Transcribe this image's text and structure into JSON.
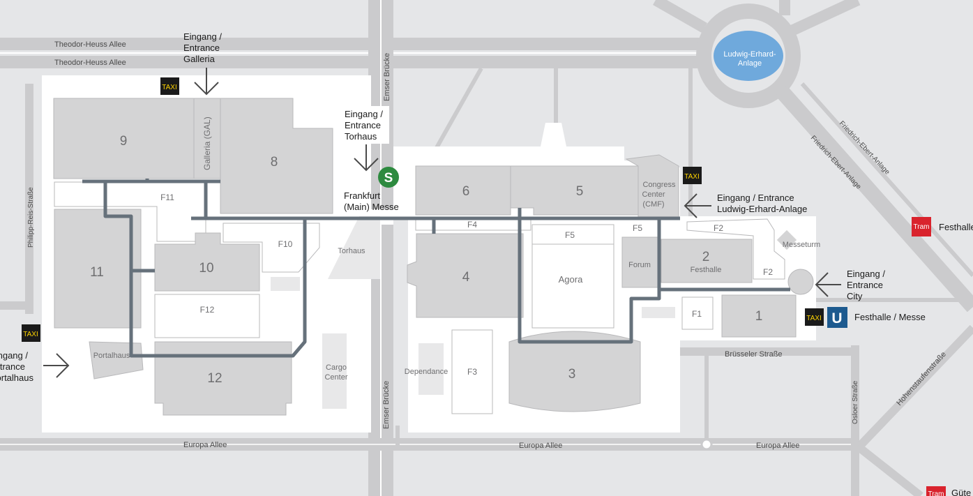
{
  "colors": {
    "background": "#e5e6e8",
    "road": "#cbcbcd",
    "roadLine": "#ffffff",
    "venue": "#ffffff",
    "hall": "#d4d4d5",
    "hallStroke": "#b8b8ba",
    "walkway": "#66717b",
    "water": "#6fa9dc",
    "sbahn": "#2d8a3f",
    "ubahn": "#1d5a8f",
    "tram": "#d9232d",
    "taxiBg": "#1a1a1a",
    "taxiText": "#ffd400"
  },
  "streets": {
    "theodor1": "Theodor-Heuss Allee",
    "theodor2": "Theodor-Heuss Allee",
    "emserTop": "Emser Brücke",
    "emserBottom": "Emser Brücke",
    "philipp": "Philipp-Reis-Straße",
    "europa1": "Europa Allee",
    "europa2": "Europa Allee",
    "europa3": "Europa Allee",
    "friedrich1": "Friedrich-Ebert-Anlage",
    "friedrich2": "Friedrich-Ebert-Anlage",
    "bruesseler": "Brüsseler Straße",
    "osloer": "Osloer Straße",
    "hohenstaufen": "Hohenstaufenstraße"
  },
  "lake": {
    "line1": "Ludwig-Erhard-",
    "line2": "Anlage"
  },
  "halls": {
    "h1": "1",
    "h2": "2",
    "h3": "3",
    "h4": "4",
    "h5": "5",
    "h6": "6",
    "h8": "8",
    "h9": "9",
    "h10": "10",
    "h11": "11",
    "h12": "12",
    "festhalle": "Festhalle",
    "galleria": "Galleria (GAL)",
    "congress1": "Congress",
    "congress2": "Center",
    "congress3": "(CMF)",
    "forum": "Forum",
    "agora": "Agora",
    "messeturm": "Messeturm",
    "torhaus": "Torhaus",
    "cargo1": "Cargo",
    "cargo2": "Center",
    "dependance": "Dependance",
    "portalhaus": "Portalhaus"
  },
  "areas": {
    "f1": "F1",
    "f2a": "F2",
    "f2b": "F2",
    "f3": "F3",
    "f4": "F4",
    "f5a": "F5",
    "f5b": "F5",
    "f10": "F10",
    "f11": "F11",
    "f12": "F12"
  },
  "entrances": {
    "galleria": [
      "Eingang /",
      "Entrance",
      "Galleria"
    ],
    "torhaus": [
      "Eingang /",
      "Entrance",
      "Torhaus"
    ],
    "ludwig": [
      "Eingang / Entrance",
      "Ludwig-Erhard-Anlage"
    ],
    "city": [
      "Eingang /",
      "Entrance",
      "City"
    ],
    "portalhaus": [
      "Eingang /",
      "Entrance",
      "Portalhaus"
    ]
  },
  "transit": {
    "taxi": "TAXI",
    "sbahn_letter": "S",
    "sbahn_name1": "Frankfurt",
    "sbahn_name2": "(Main) Messe",
    "ubahn_letter": "U",
    "ubahn_name": "Festhalle / Messe",
    "tram": "Tram",
    "tram_festhalle": "Festhalle",
    "tram_guter": "Güte"
  }
}
